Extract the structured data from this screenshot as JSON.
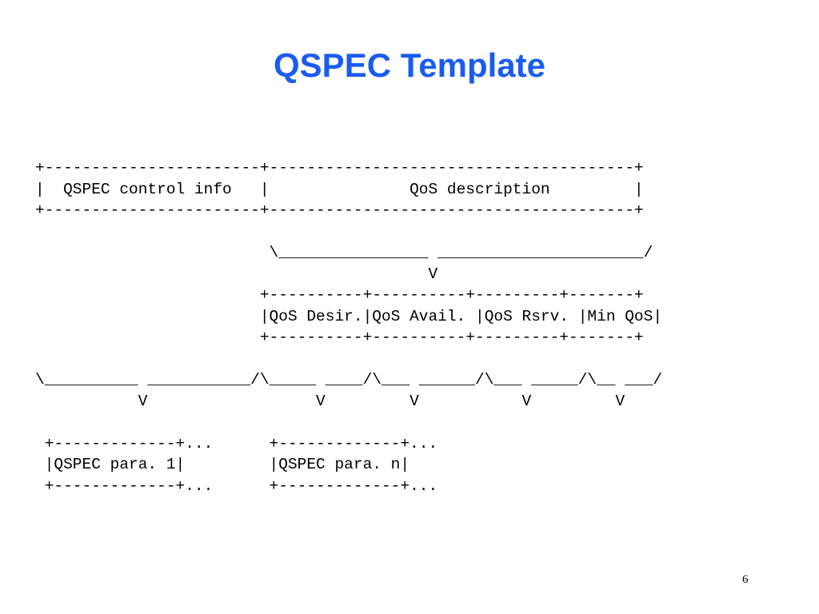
{
  "slide": {
    "title": "QSPEC Template",
    "page_number": "6"
  },
  "diagram": {
    "lines": [
      "+-----------------------+---------------------------------------+",
      "|  QSPEC control info   |               QoS description         |",
      "+-----------------------+---------------------------------------+",
      "",
      "                         \\________________ ______________________/",
      "                                          V",
      "                        +----------+----------+---------+-------+",
      "                        |QoS Desir.|QoS Avail. |QoS Rsrv. |Min QoS|",
      "                        +----------+----------+---------+-------+",
      "",
      "\\__________ ___________/\\_____ ____/\\___ ______/\\___ _____/\\__ ___/",
      "           V                  V         V           V         V",
      "",
      " +-------------+...      +-------------+...",
      " |QSPEC para. 1|         |QSPEC para. n|",
      " +-------------+...      +-------------+..."
    ]
  },
  "colors": {
    "title": "#1a5cf0",
    "text": "#000000",
    "background": "#ffffff"
  }
}
